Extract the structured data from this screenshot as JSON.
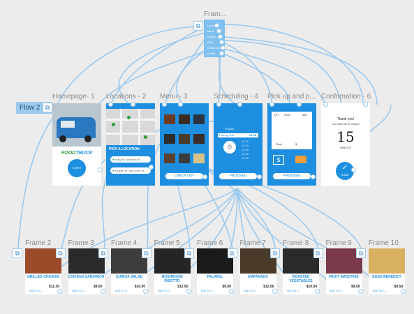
{
  "canvas": {
    "background": "#ececec",
    "accent": "#1e8fe0",
    "connector": "#9cc9ee"
  },
  "nav_frame": {
    "title": "Fram...",
    "items": [
      "Location",
      "Menu",
      "Sched...",
      "Pick...",
      "Check Out",
      "Profile"
    ]
  },
  "flow_label": "Flow 2",
  "screens": {
    "homepage": {
      "title": "Homepage- 1",
      "brand_food": "FOOD",
      "brand_truck": "TRUCK",
      "button": "START"
    },
    "location": {
      "title": "Locations - 2",
      "heading": "PICK A LOCATION",
      "options": [
        "King St. and Bob St.",
        "Queen St. and John St."
      ]
    },
    "menu": {
      "title": "Menu - 3",
      "button": "CHECK OUT"
    },
    "scheduling": {
      "title": "Scheduling - 4",
      "today": "TODAY",
      "pickup_time": "Pick-up time",
      "selected_time": "12:05",
      "times": [
        "12:00",
        "12:05",
        "12:10",
        "12:15",
        "12:20",
        "12:25",
        "12:30"
      ],
      "button": "PROCEED"
    },
    "pickup": {
      "title": "Pick up and p...",
      "cols": [
        "QTY",
        "ITEM",
        "AMT"
      ],
      "total_label": "Total",
      "total_value": "$",
      "button": "PROCEED"
    },
    "confirmation": {
      "title": "Confirmation - 6",
      "thanks": "Thank you!",
      "message": "Your order will be ready in",
      "minutes": "15",
      "unit": "MINUTES",
      "button": "DONE"
    }
  },
  "menu_frames": [
    {
      "frame": "Frame 2",
      "name": "GRILLED CHICKEN",
      "price": "$11.30",
      "add": "ADD TO C..."
    },
    {
      "frame": "Frame 3",
      "name": "CHICKEN SANDWICH",
      "price": "$9.50",
      "add": "ADD TO C..."
    },
    {
      "frame": "Frame 4",
      "name": "QUINOA SALAD",
      "price": "$10.50",
      "add": "ADD TO C..."
    },
    {
      "frame": "Frame 5",
      "name": "MUSHROOM RISOTTO",
      "price": "$12.50",
      "add": "ADD TO C..."
    },
    {
      "frame": "Frame 6",
      "name": "FALAFEL",
      "price": "$9.50",
      "add": "ADD TO C..."
    },
    {
      "frame": "Frame 7",
      "name": "EMPANADA",
      "price": "$12.50",
      "add": "ADD TO C..."
    },
    {
      "frame": "Frame 8",
      "name": "ROASTED VEGETABLES",
      "price": "$10.50",
      "add": "ADD TO C..."
    },
    {
      "frame": "Frame 9",
      "name": "FRUIT SMOOTHIE",
      "price": "$9.50",
      "add": "ADD TO C..."
    },
    {
      "frame": "Frame 10",
      "name": "EGGS BENEDICT",
      "price": "$9.50",
      "add": "ADD TO C..."
    }
  ]
}
